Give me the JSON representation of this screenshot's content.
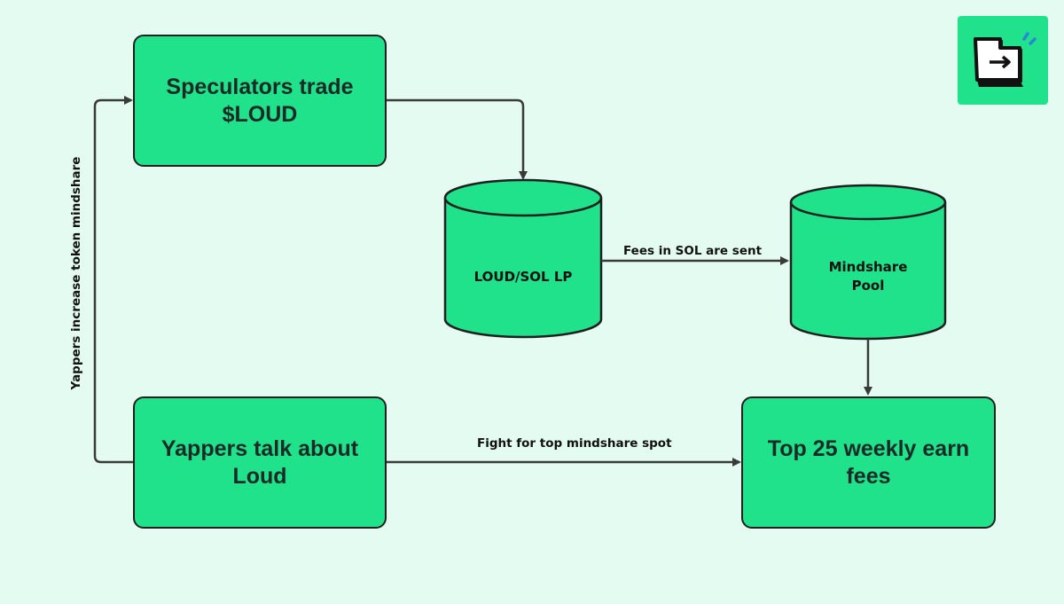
{
  "colors": {
    "background": "#e3fbf0",
    "node_fill": "#1fe28a",
    "stroke": "#1f1f1f",
    "arrow": "#3a3a3a",
    "logo_accent": "#2a86d6"
  },
  "nodes": {
    "speculators": {
      "label": "Speculators trade\n$LOUD"
    },
    "lp": {
      "label": "LOUD/SOL LP"
    },
    "mindshare_pool": {
      "label": "Mindshare\nPool"
    },
    "yappers": {
      "label": "Yappers talk about\nLoud"
    },
    "top25": {
      "label": "Top 25 weekly earn\nfees"
    }
  },
  "edges": {
    "speculators_to_lp": {
      "label": ""
    },
    "lp_to_pool": {
      "label": "Fees in SOL are sent"
    },
    "pool_to_top25": {
      "label": ""
    },
    "yappers_to_top25": {
      "label": "Fight for top mindshare spot"
    },
    "yappers_to_speculators": {
      "label": "Yappers increase token mindshare"
    }
  },
  "logo": {
    "icon": "door-exit-icon"
  }
}
